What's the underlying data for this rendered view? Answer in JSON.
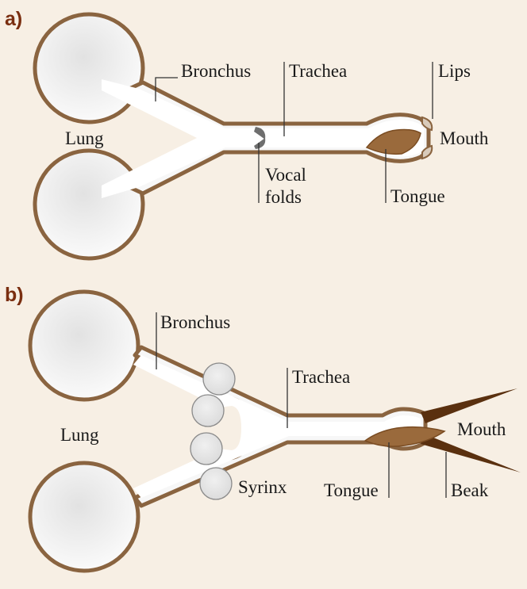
{
  "panels": {
    "a": {
      "tag": "a)",
      "labels": {
        "lung": "Lung",
        "bronchus": "Bronchus",
        "trachea": "Trachea",
        "lips": "Lips",
        "mouth": "Mouth",
        "vocal_folds_1": "Vocal",
        "vocal_folds_2": "folds",
        "tongue": "Tongue"
      }
    },
    "b": {
      "tag": "b)",
      "labels": {
        "bronchus": "Bronchus",
        "trachea": "Trachea",
        "lung": "Lung",
        "mouth": "Mouth",
        "syrinx": "Syrinx",
        "tongue": "Tongue",
        "beak": "Beak"
      }
    }
  },
  "colors": {
    "background": "#f7efe4",
    "panel_tag": "#7a2e10",
    "wall": "#8a6440",
    "tongue": "#9a6a3c",
    "beak": "#5a300f",
    "vocal_folds": "#6e6e6e"
  }
}
